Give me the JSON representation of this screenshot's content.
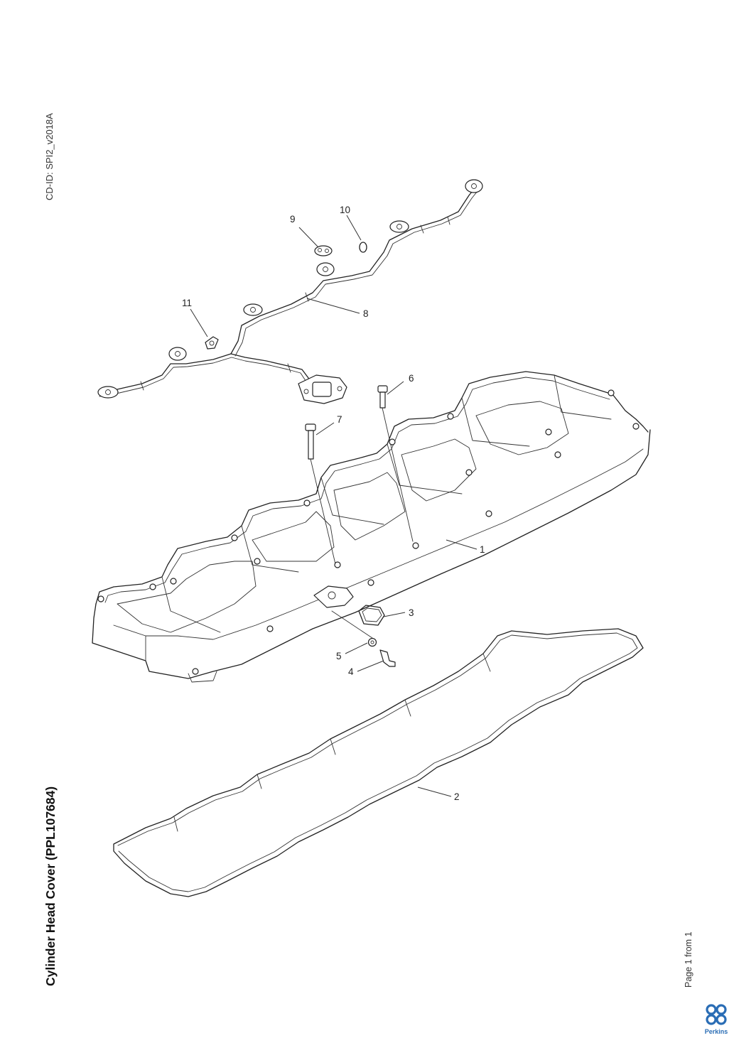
{
  "doc_id": "CD-ID: SPI2_v2018A",
  "title": "Cylinder Head Cover (PPL107684)",
  "page_info": "Page 1 from 1",
  "brand": {
    "name": "Perkins",
    "color": "#2a6db5"
  },
  "callouts": [
    "1",
    "2",
    "3",
    "4",
    "5",
    "6",
    "7",
    "8",
    "9",
    "10",
    "11"
  ]
}
